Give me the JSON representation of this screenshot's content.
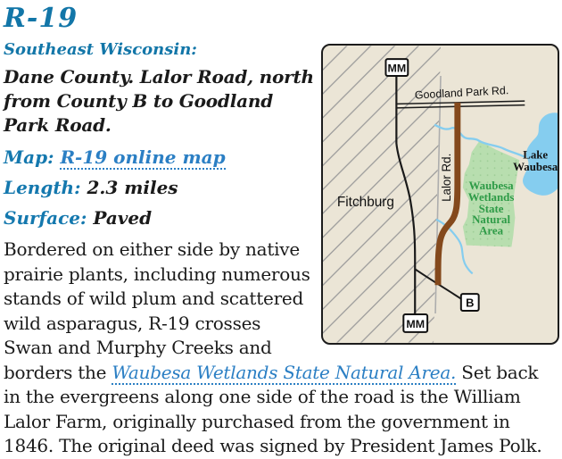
{
  "page": {
    "title": "R-19",
    "subhead": "Southeast Wisconsin:",
    "route_summary": "Dane County. Lalor Road, north from County B to Goodland Park Road.",
    "fields": {
      "map_label": "Map:",
      "map_link": "R-19 online map",
      "length_label": "Length:",
      "length_value": "2.3 miles",
      "surface_label": "Surface:",
      "surface_value": "Paved"
    },
    "body": {
      "before_link": "Bordered on either side by native prairie plants, including numerous stands of wild plum and scattered wild asparagus, R-19 crosses Swan and Murphy Creeks and borders the ",
      "link": "Waubesa Wetlands State Natural Area.",
      "after_link": " Set back in the evergreens along one side of the road is the William Lalor Farm, originally purchased from the government in 1846. The original deed was signed by President James Polk."
    }
  },
  "map": {
    "city_label": "Fitchburg",
    "top_road_label": "Goodland Park Rd.",
    "route_road_label": "Lalor  Rd.",
    "lake_label_line1": "Lake",
    "lake_label_line2": "Waubesa",
    "wetland_label_lines": [
      "Waubesa",
      "Wetlands",
      "State",
      "Natural",
      "Area"
    ],
    "badge_top": "MM",
    "badge_bottom": "MM",
    "badge_b": "B"
  },
  "colors": {
    "heading": "#1276a8",
    "label": "#1478ae",
    "link": "#2b7fc4",
    "body_text": "#1a1a1a",
    "map_background": "#ebe5d6",
    "map_border": "#1c1c1c",
    "route_brown": "#84491c",
    "water_blue": "#85cdef",
    "wetland_green": "#b8deaf",
    "wetland_text_green": "#2e9b47",
    "hatch_gray": "#999999",
    "boundary_gray": "#adadad"
  }
}
